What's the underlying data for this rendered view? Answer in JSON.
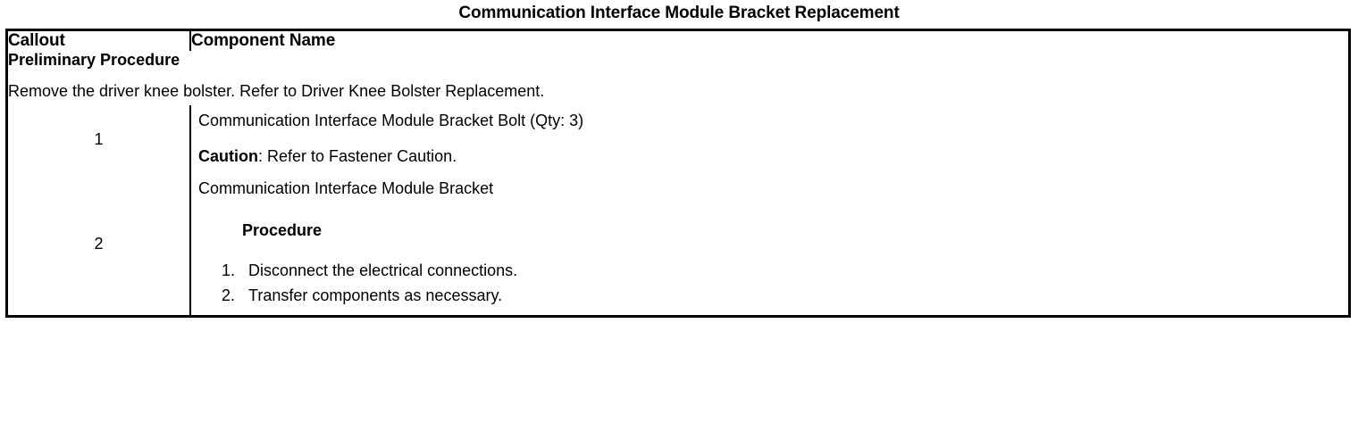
{
  "document": {
    "title": "Communication Interface Module Bracket Replacement"
  },
  "table": {
    "headers": {
      "callout": "Callout",
      "component_name": "Component Name"
    },
    "preliminary": {
      "heading": "Preliminary Procedure",
      "text": "Remove the driver knee bolster. Refer to Driver Knee Bolster Replacement."
    },
    "rows": [
      {
        "callout": "1",
        "name": "Communication Interface Module Bracket Bolt (Qty: 3)",
        "caution_label": "Caution",
        "caution_separator": ": ",
        "caution_text": "Refer to Fastener Caution."
      },
      {
        "callout": "2",
        "name": "Communication Interface Module Bracket",
        "procedure_heading": "Procedure",
        "steps": [
          "Disconnect the electrical connections.",
          "Transfer components as necessary."
        ]
      }
    ]
  }
}
